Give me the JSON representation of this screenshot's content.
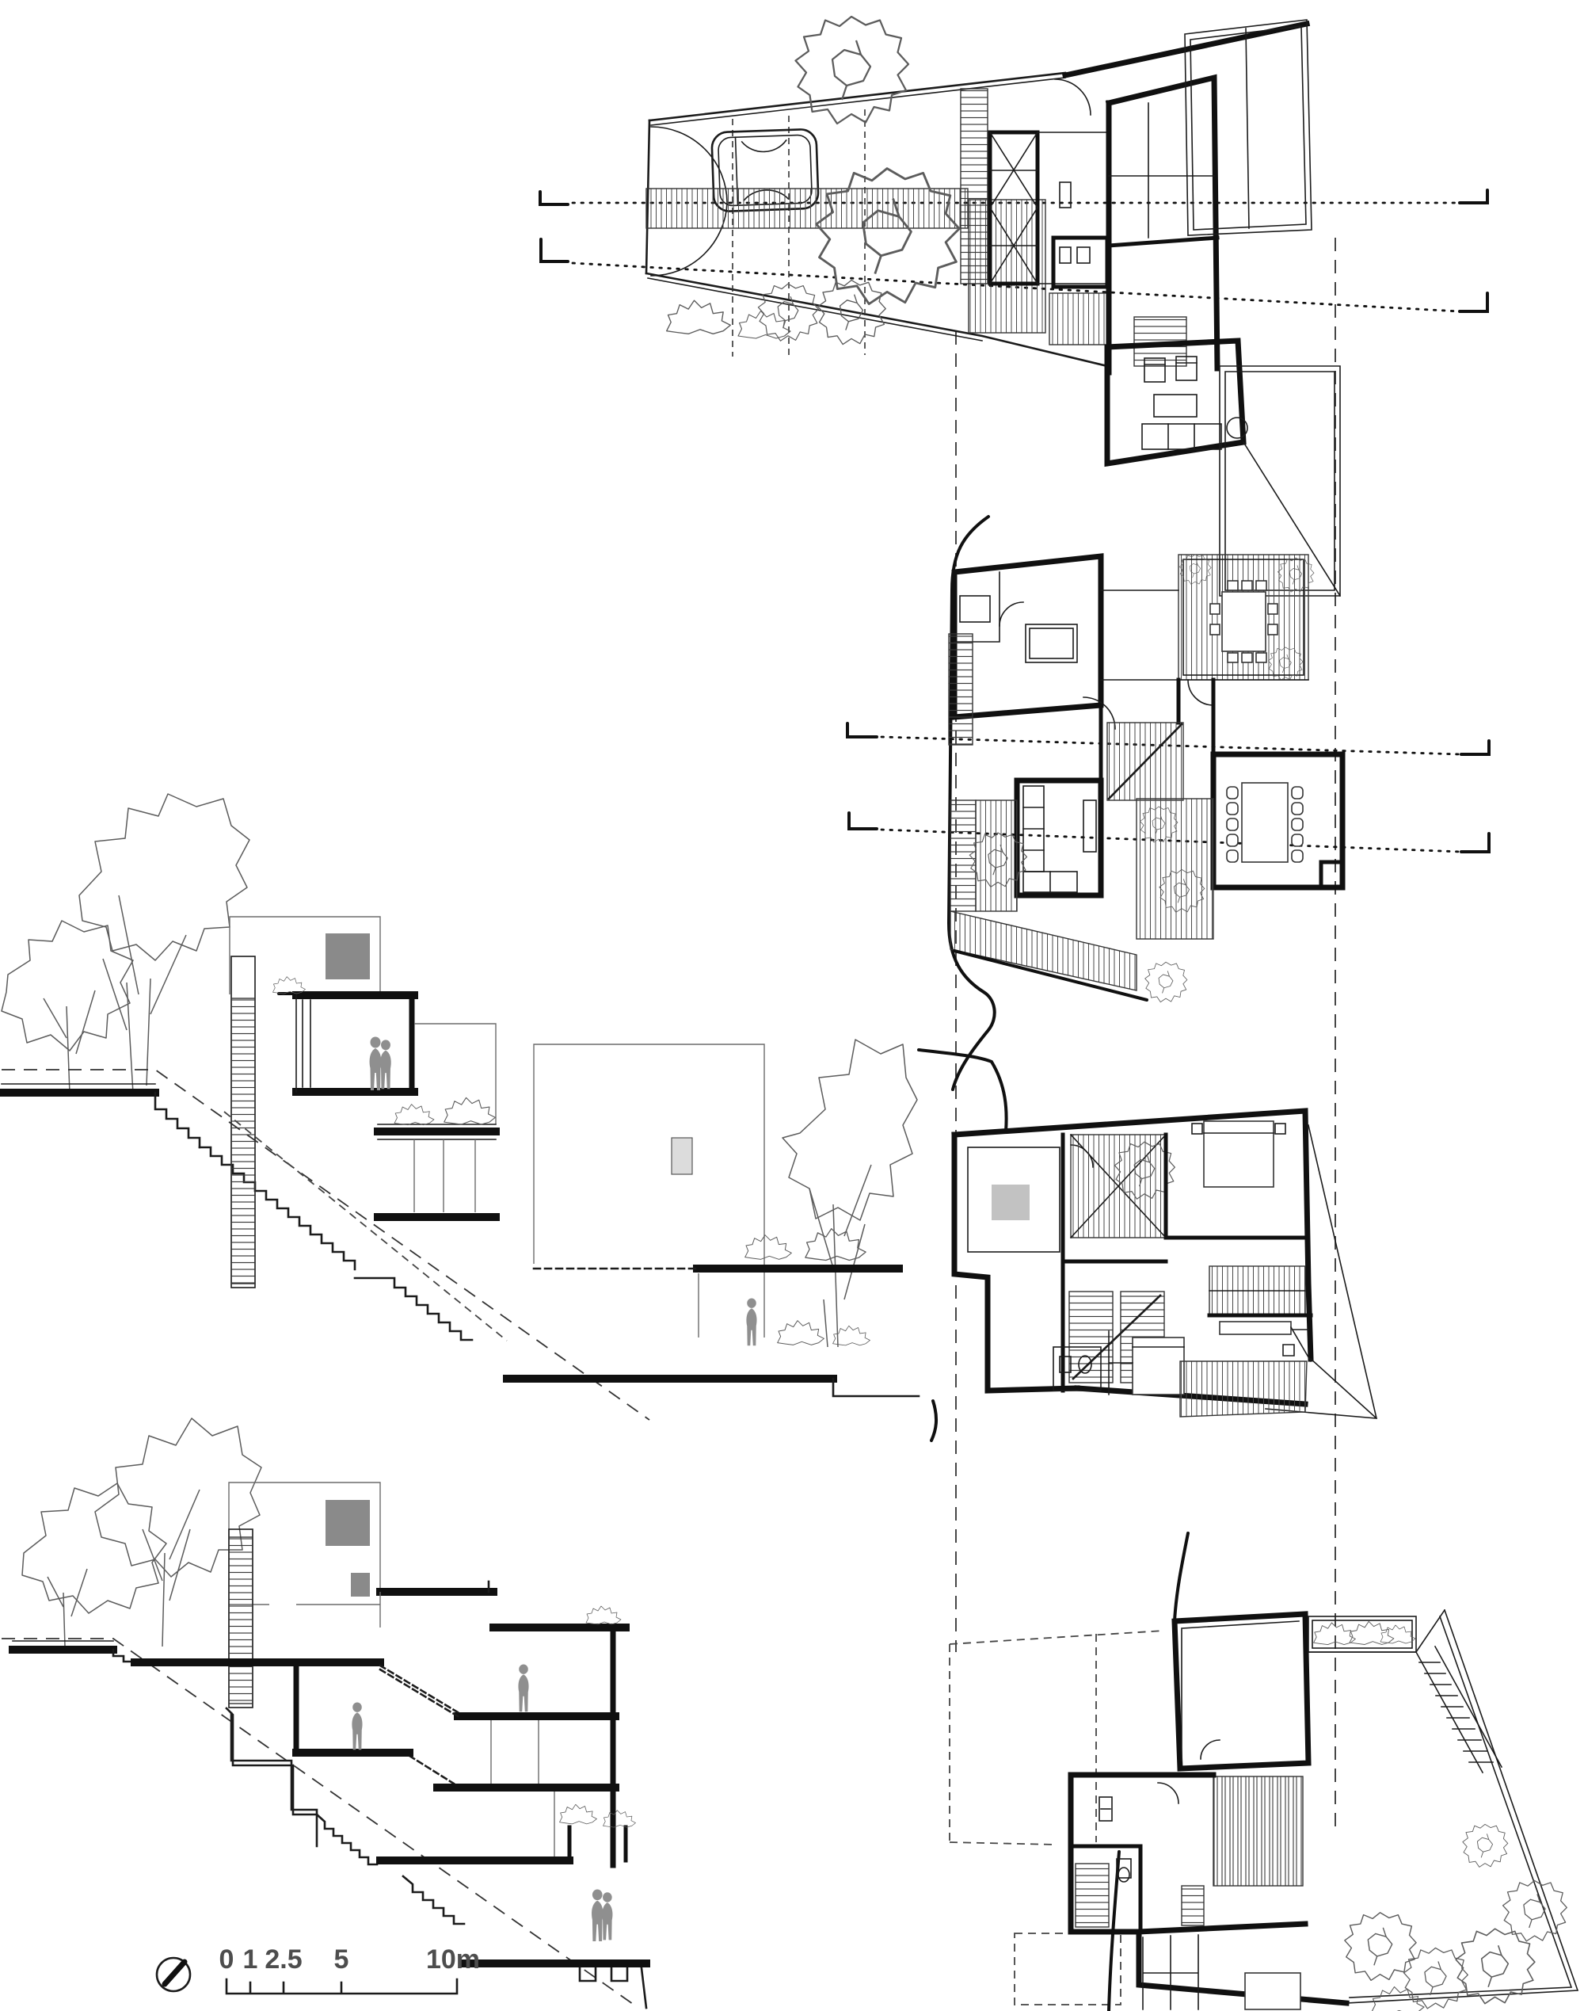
{
  "scale_bar": {
    "labels": [
      "0",
      "1",
      "2.5",
      "5",
      "10m"
    ],
    "unit": "m"
  },
  "north_indicator": {
    "icon": "north-arrow-icon"
  },
  "palette": {
    "line": "#1b1b1b",
    "soft_line": "#6b6b6b",
    "figure_gray": "#8f8f8f",
    "skylight_gray": "#8a8a8a",
    "glass_gray": "#dcdcdc",
    "background": "#ffffff"
  },
  "drawings": [
    {
      "id": "plan-entry-level",
      "kind": "floor-plan"
    },
    {
      "id": "plan-living-level",
      "kind": "floor-plan"
    },
    {
      "id": "plan-bedroom-level",
      "kind": "floor-plan"
    },
    {
      "id": "plan-garden-level",
      "kind": "floor-plan"
    },
    {
      "id": "section-transverse",
      "kind": "section"
    },
    {
      "id": "section-longitudinal",
      "kind": "section"
    }
  ]
}
